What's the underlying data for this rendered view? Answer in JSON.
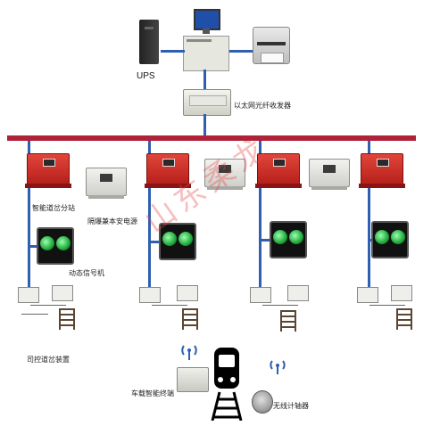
{
  "labels": {
    "ups": "UPS",
    "fiber_transceiver": "以太网光纤收发器",
    "smart_controller": "智能道岔分站",
    "power_box": "隔爆兼本安电源",
    "signal_light": "动态信号机",
    "switch_device": "司控道岔装置",
    "vehicle_terminal": "车载智能终端",
    "axle_counter": "无线计轴器"
  },
  "watermark": "山东柔龙",
  "colors": {
    "bus": "#b0213a",
    "link": "#2e5fb0",
    "controller": "#d0332b",
    "signal_green": "#1fa83a"
  }
}
